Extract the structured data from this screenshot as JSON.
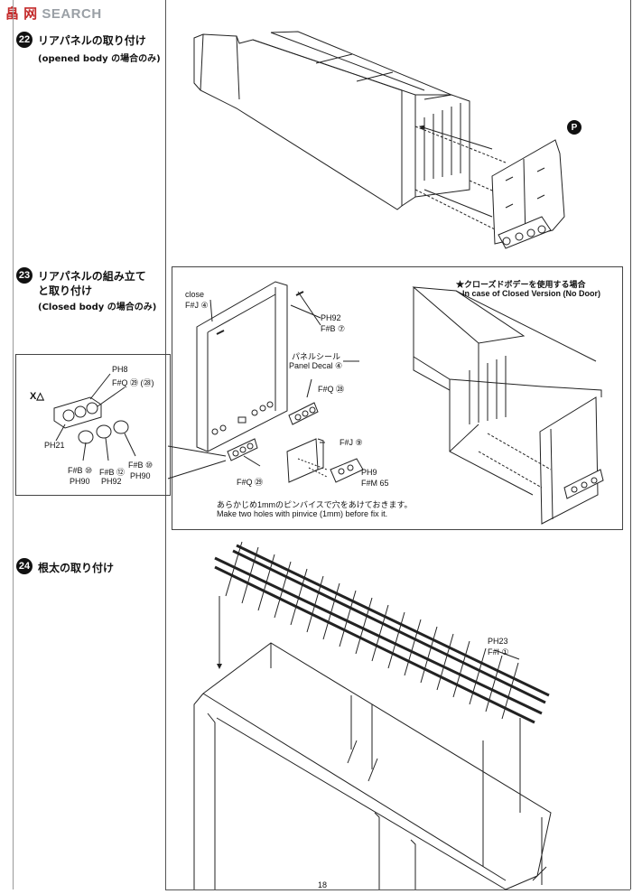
{
  "watermark": {
    "red_part": "畠 网",
    "grey_part": "SEARCH"
  },
  "steps": [
    {
      "num": "22",
      "title": "リアパネルの取り付け",
      "subtitle": "(opened body の場合のみ)"
    },
    {
      "num": "23",
      "title": "リアパネルの組み立て",
      "title2": "と取り付け",
      "subtitle": "(Closed body の場合のみ)"
    },
    {
      "num": "24",
      "title": "根太の取り付け"
    }
  ],
  "step22": {
    "part_mark": "P"
  },
  "step23": {
    "labels": {
      "close": "close",
      "fj4": "F#J ④",
      "ph92": "PH92",
      "fb7": "F#B ⑦",
      "panel_seal_jp": "パネルシール",
      "panel_decal": "Panel Decal ④",
      "fq28": "F#Q ㉘",
      "fj9": "F#J ⑨",
      "ph9": "PH9",
      "fm65": "F#M 65",
      "fq29": "F#Q ㉙"
    },
    "note_jp": "あらかじめ1mmのピンバイスで穴をあけておきます。",
    "note_en": "Make two holes with pinvice (1mm) before fix it.",
    "closed_jp": "★クローズドボデーを使用する場合",
    "closed_en": "In case of Closed Version (No Door)"
  },
  "inset": {
    "x_mark": "X△",
    "ph8": "PH8",
    "fq": "F#Q ㉙ (㉘)",
    "ph21": "PH21",
    "fb10a": "F#B ⑩",
    "ph90a": "PH90",
    "fb12": "F#B ⑫",
    "ph92": "PH92",
    "fb10b": "F#B ⑩",
    "ph90b": "PH90"
  },
  "step24": {
    "ph23": "PH23",
    "fi1": "F#I ①"
  },
  "page_number": "18"
}
